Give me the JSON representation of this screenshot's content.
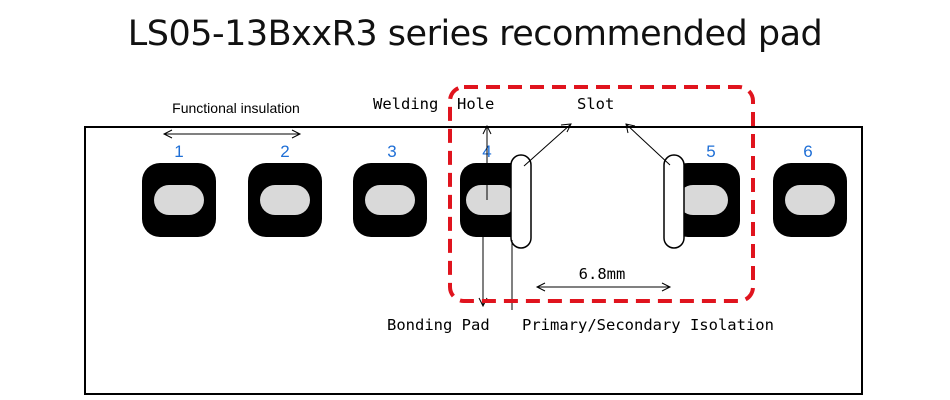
{
  "title": "LS05-13BxxR3 series recommended pad",
  "labels": {
    "functional_insulation": "Functional insulation",
    "welding": "Welding",
    "hole": "Hole",
    "slot": "Slot",
    "dimension": "6.8mm",
    "bonding_pad": "Bonding Pad",
    "primary_secondary_isolation": "Primary/Secondary Isolation"
  },
  "pads": [
    {
      "number": "1"
    },
    {
      "number": "2"
    },
    {
      "number": "3"
    },
    {
      "number": "4"
    },
    {
      "number": "5"
    },
    {
      "number": "6"
    }
  ],
  "colors": {
    "pad_number": "#1f6fd6",
    "highlight_box": "#e0141e",
    "pad_fill": "#000000",
    "hole_fill": "#d9d9d9"
  }
}
